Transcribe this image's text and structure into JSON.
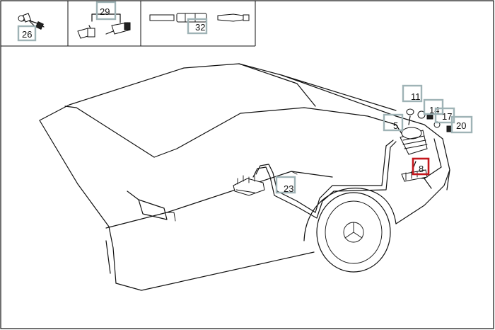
{
  "accent_colors": {
    "callout_box": "#9fb3b6",
    "highlight_box": "#c4161c",
    "line": "#111111"
  },
  "inset_panels": [
    {
      "id": "p26",
      "label": "26"
    },
    {
      "id": "p29",
      "label": "29"
    },
    {
      "id": "p32",
      "label": "32"
    }
  ],
  "callouts": [
    {
      "id": "c11",
      "label": "11",
      "highlight": false
    },
    {
      "id": "c14",
      "label": "14",
      "highlight": false
    },
    {
      "id": "c17",
      "label": "17",
      "highlight": false
    },
    {
      "id": "c20",
      "label": "20",
      "highlight": false
    },
    {
      "id": "c5",
      "label": "5",
      "highlight": false
    },
    {
      "id": "c8",
      "label": "8",
      "highlight": true
    },
    {
      "id": "c23",
      "label": "23",
      "highlight": false
    }
  ]
}
